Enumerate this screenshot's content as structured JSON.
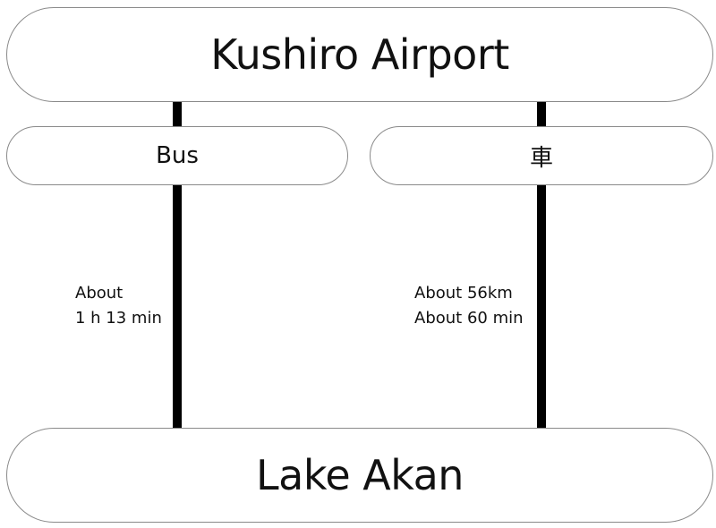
{
  "origin": "Kushiro Airport",
  "destination": "Lake Akan",
  "routes": [
    {
      "mode": "Bus",
      "details": [
        "About",
        "1 h 13 min"
      ]
    },
    {
      "mode": "車",
      "details": [
        "About 56km",
        "About 60 min"
      ]
    }
  ],
  "colors": {
    "connector": "#000000",
    "border": "#8a8a8a",
    "background": "#ffffff"
  }
}
